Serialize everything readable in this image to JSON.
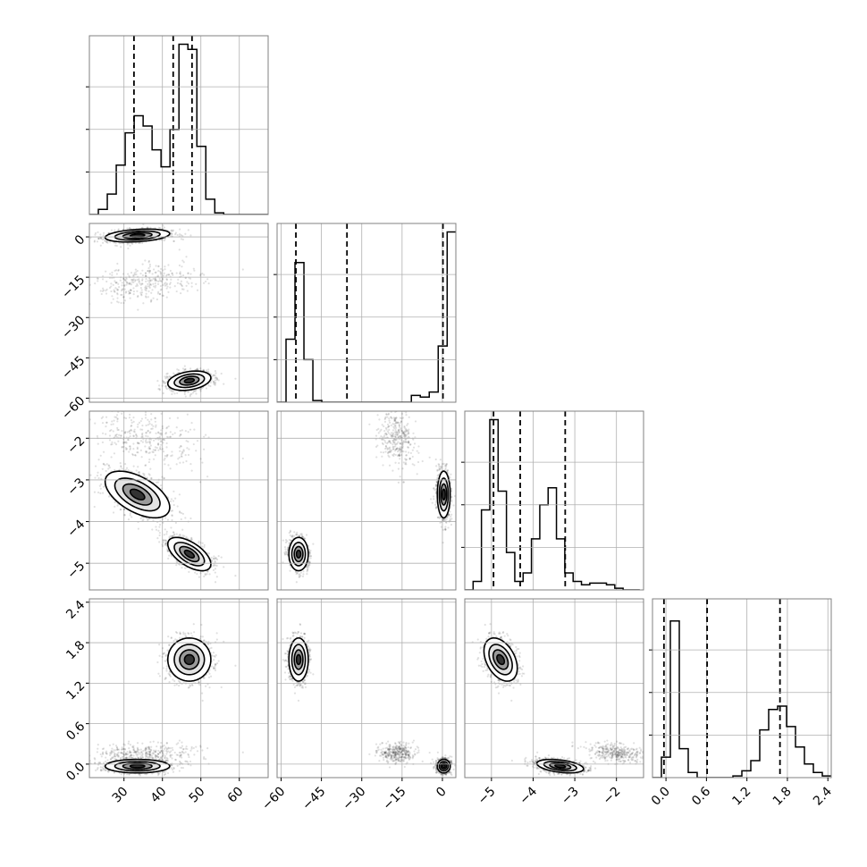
{
  "chart_data": {
    "type": "corner",
    "grid": true,
    "params": [
      {
        "range": [
          21,
          67.5
        ],
        "ticks": [
          30,
          40,
          50,
          60
        ],
        "tick_labels": [
          "30",
          "40",
          "50",
          "60"
        ],
        "quantiles": [
          32.6,
          42.8,
          47.7
        ],
        "hist": {
          "start": 21,
          "width": 2.33,
          "counts": [
            0.0,
            0.03,
            0.12,
            0.29,
            0.48,
            0.58,
            0.52,
            0.38,
            0.28,
            0.5,
            1.0,
            0.97,
            0.4,
            0.09,
            0.01,
            0.0,
            0.0,
            0.0,
            0.0,
            0.0
          ]
        }
      },
      {
        "range": [
          -61.5,
          5
        ],
        "ticks": [
          -60,
          -45,
          -30,
          -15,
          0
        ],
        "tick_labels": [
          "−60",
          "−45",
          "−30",
          "−15",
          "0"
        ],
        "quantiles": [
          -54.5,
          -35.5,
          0.2
        ],
        "hist": {
          "start": -61.5,
          "width": 3.33,
          "counts": [
            0.0,
            0.37,
            0.82,
            0.25,
            0.01,
            0.0,
            0.0,
            0.0,
            0.0,
            0.0,
            0.0,
            0.0,
            0.0,
            0.0,
            0.0,
            0.04,
            0.03,
            0.06,
            0.33,
            1.0
          ]
        }
      },
      {
        "range": [
          -5.64,
          -1.35
        ],
        "ticks": [
          -5,
          -4,
          -3,
          -2
        ],
        "tick_labels": [
          "−5",
          "−4",
          "−3",
          "−2"
        ],
        "quantiles": [
          -4.95,
          -4.31,
          -3.23
        ],
        "hist": {
          "start": -5.64,
          "width": 0.2,
          "counts": [
            0.0,
            0.05,
            0.47,
            1.0,
            0.58,
            0.22,
            0.05,
            0.1,
            0.3,
            0.5,
            0.6,
            0.3,
            0.1,
            0.05,
            0.03,
            0.04,
            0.04,
            0.03,
            0.01,
            0.0,
            0.0
          ]
        }
      },
      {
        "range": [
          -0.2,
          2.45
        ],
        "ticks": [
          0.0,
          0.6,
          1.2,
          1.8,
          2.4
        ],
        "tick_labels": [
          "0.0",
          "0.6",
          "1.2",
          "1.8",
          "2.4"
        ],
        "quantiles": [
          -0.03,
          0.61,
          1.69
        ],
        "hist": {
          "start": -0.2,
          "width": 0.1325,
          "counts": [
            0.0,
            0.12,
            0.92,
            0.17,
            0.03,
            0.0,
            0.0,
            0.0,
            0.0,
            0.01,
            0.04,
            0.1,
            0.28,
            0.4,
            0.42,
            0.3,
            0.18,
            0.08,
            0.03,
            0.01
          ]
        }
      }
    ],
    "mixture_components": [
      {
        "weight": 0.45,
        "mean": [
          33.5,
          0.5,
          -3.35,
          -0.03
        ],
        "sd": [
          4.2,
          1.2,
          0.28,
          0.05
        ],
        "corr02": -0.55
      },
      {
        "weight": 0.42,
        "mean": [
          47,
          -53.5,
          -4.78,
          1.55
        ],
        "sd": [
          2.8,
          1.8,
          0.2,
          0.16
        ],
        "corr02": -0.6
      },
      {
        "weight": 0.13,
        "mean": [
          36,
          -17,
          -2.0,
          0.16
        ],
        "sd": [
          7,
          3.5,
          0.35,
          0.07
        ],
        "corr02": -0.3
      }
    ]
  }
}
